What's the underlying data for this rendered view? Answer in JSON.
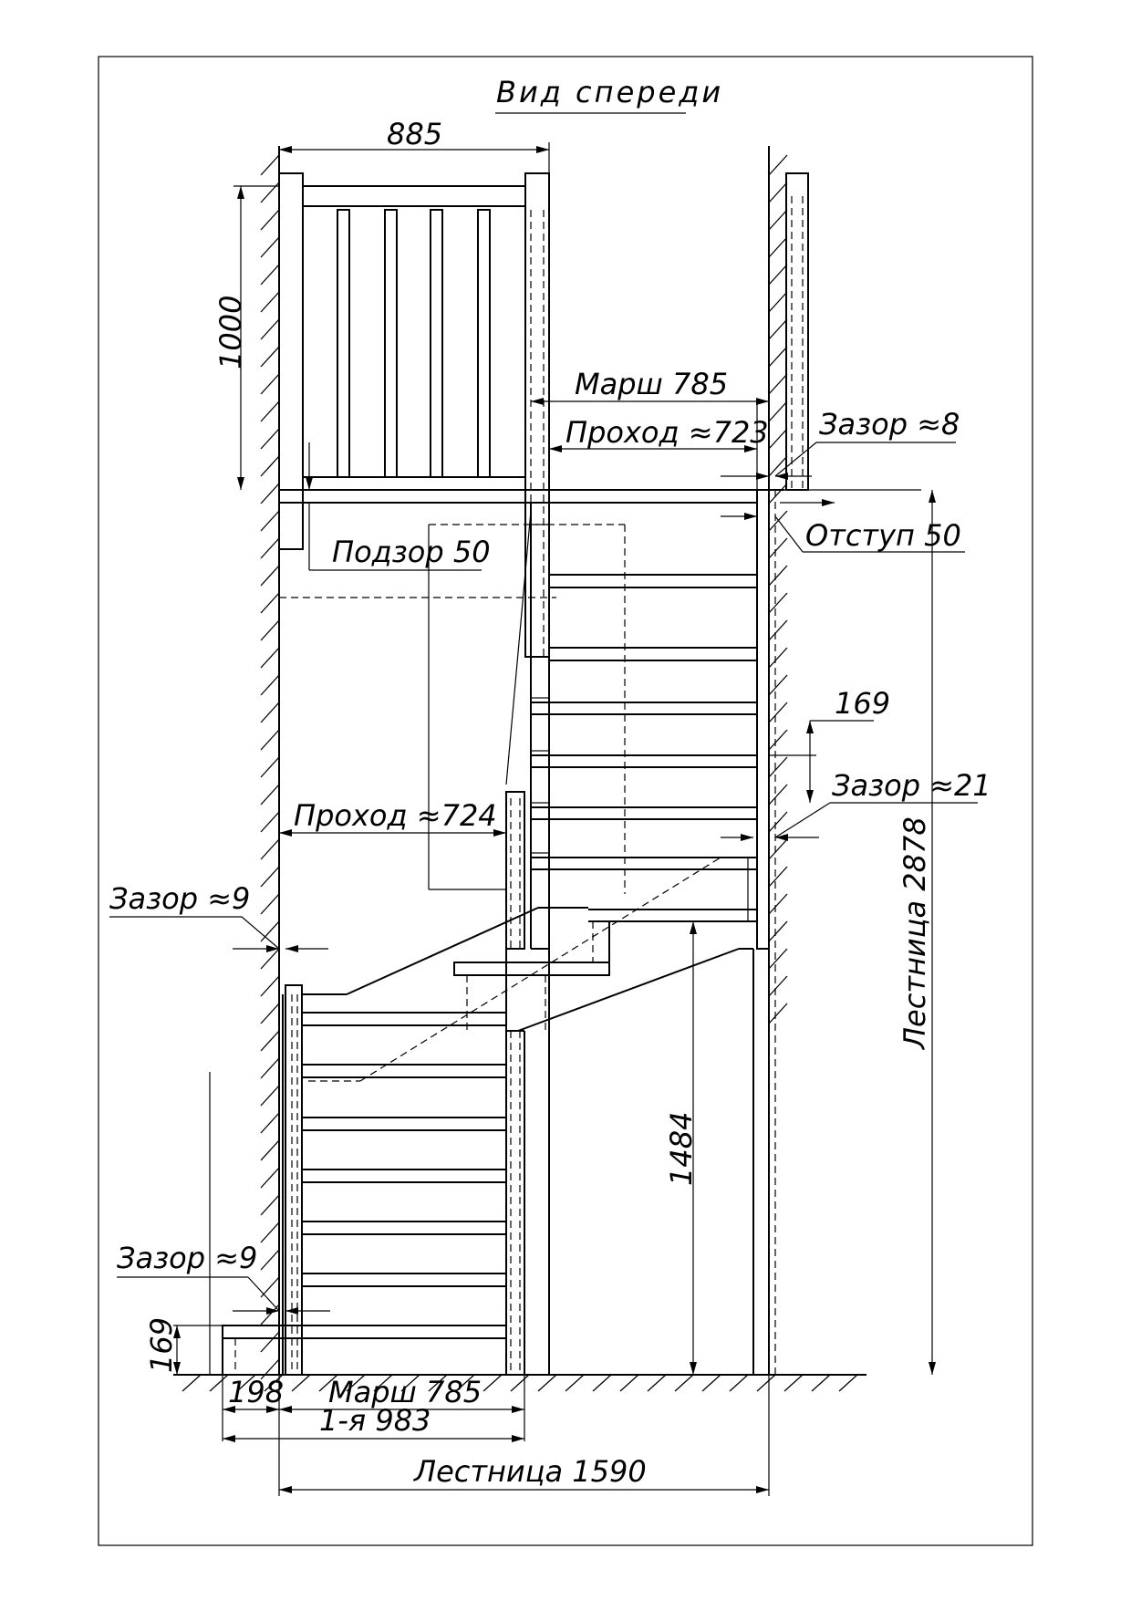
{
  "title": "Вид спереди",
  "labels": {
    "width_top": "885",
    "railing_height": "1000",
    "march_upper": "Марш 785",
    "passage_upper": "Проход ≈723",
    "gap_top": "Зазор ≈8",
    "offset": "Отступ 50",
    "underclearance": "Подзор 50",
    "riser_right": "169",
    "gap_right": "Зазор ≈21",
    "passage_left": "Проход ≈724",
    "gap_left_upper": "Зазор ≈9",
    "gap_left_lower": "Зазор ≈9",
    "height_landing": "1484",
    "stair_height": "Лестница 2878",
    "riser_left": "169",
    "first_step": "198",
    "march_lower": "Марш 785",
    "first_total": "1-я 983",
    "stair_width": "Лестница 1590"
  }
}
